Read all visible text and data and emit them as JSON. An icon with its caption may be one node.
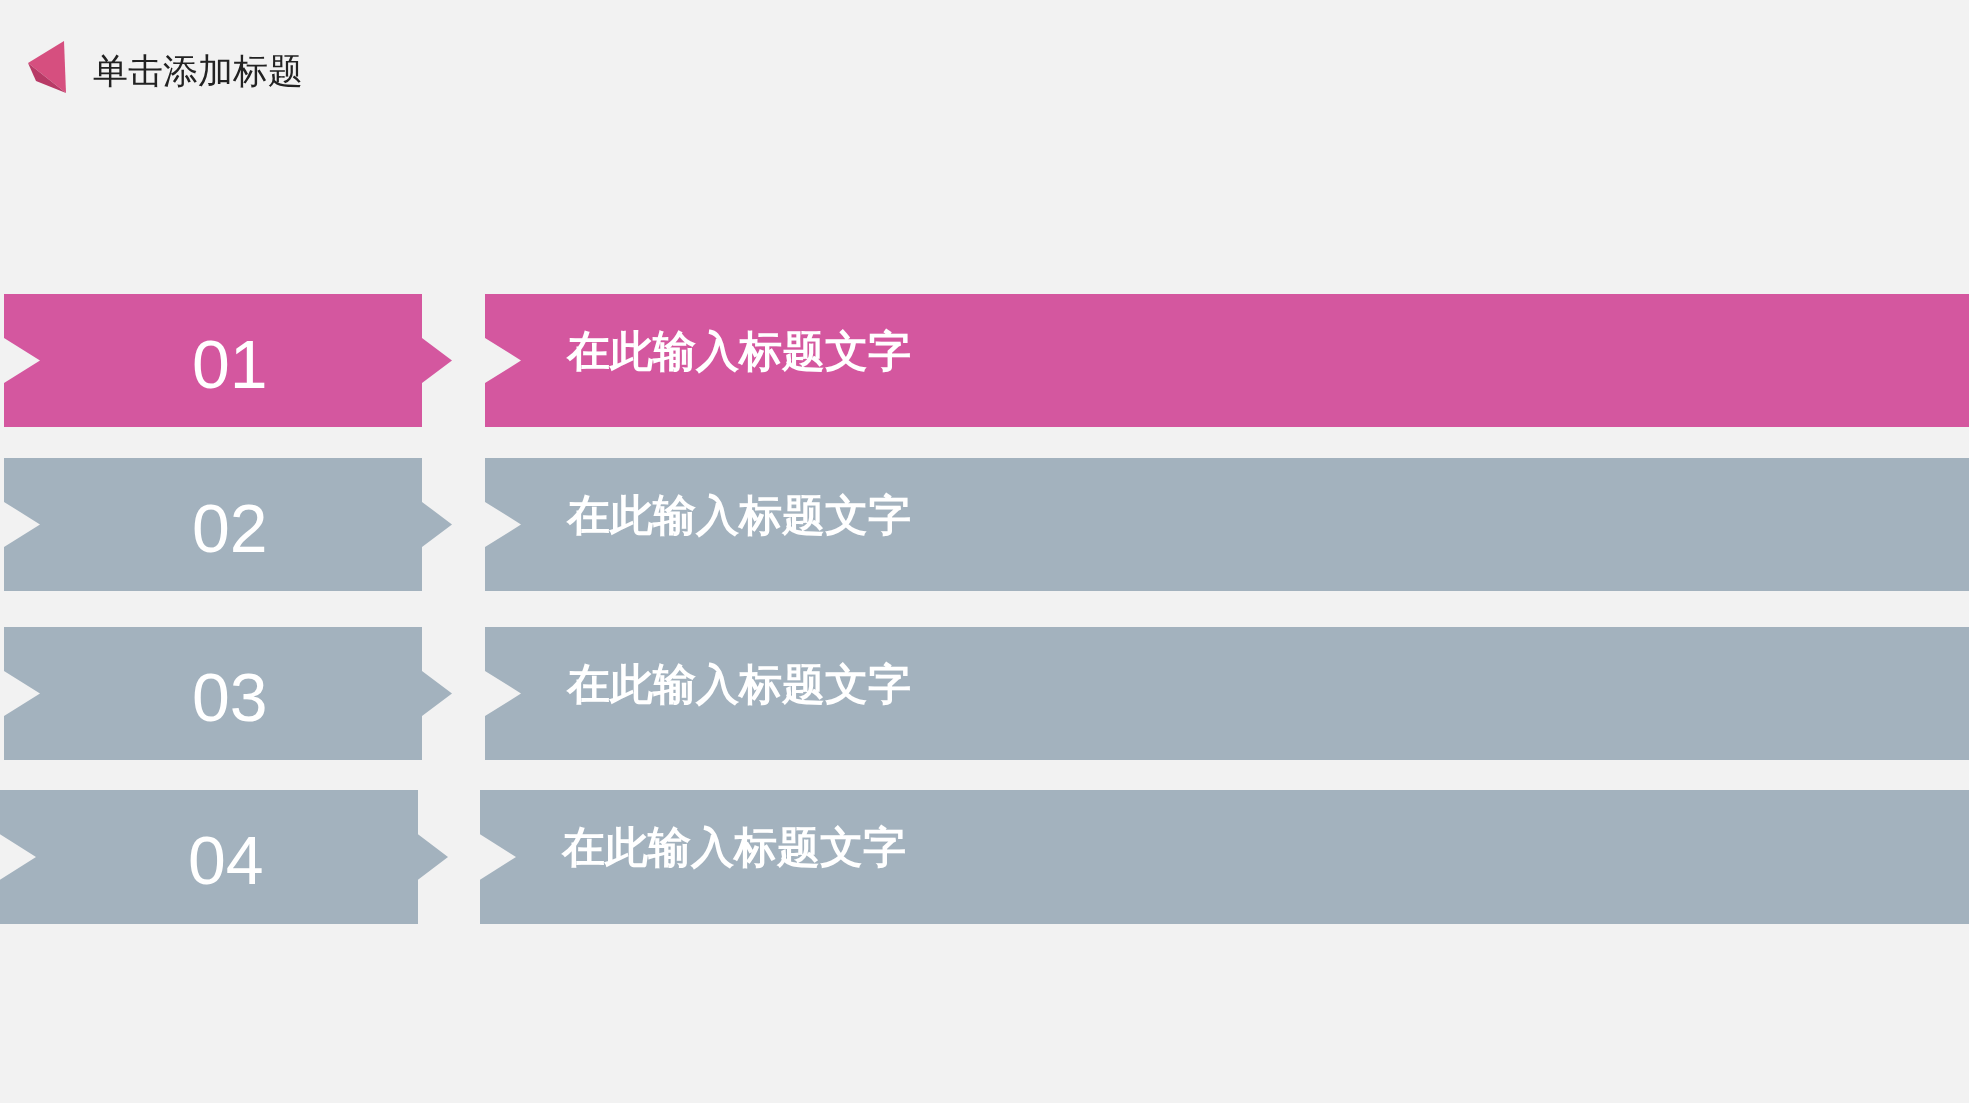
{
  "diagram": {
    "title": "单击添加标题",
    "nodes": [
      {
        "text": [
          "01"
        ]
      },
      {
        "text": [
          "在此输入标题文字"
        ]
      },
      {
        "text": [
          "02"
        ]
      },
      {
        "text": [
          "在此输入标题文字"
        ]
      },
      {
        "text": [
          "03"
        ]
      },
      {
        "text": [
          "在此输入标题文字"
        ]
      },
      {
        "text": [
          "04"
        ]
      },
      {
        "text": [
          "在此输入标题文字"
        ]
      }
    ]
  }
}
